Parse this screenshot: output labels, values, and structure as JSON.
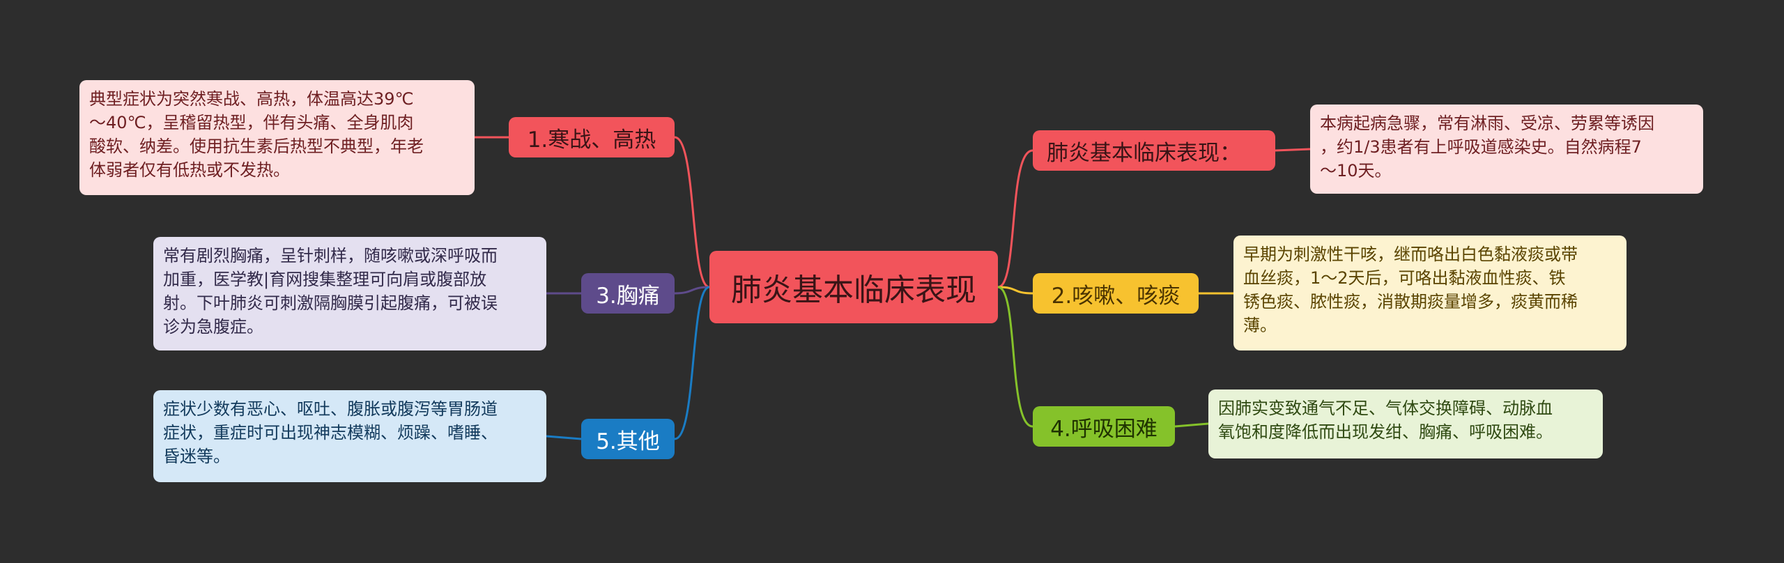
{
  "mindmap": {
    "root": "肺炎基本临床表现",
    "branches": [
      {
        "label": "肺炎基本临床表现：",
        "color": "#f2545b",
        "lines": [
          "本病起病急骤，常有淋雨、受凉、劳累等诱因",
          "，约1/3患者有上呼吸道感染史。自然病程7",
          "～10天。"
        ]
      },
      {
        "label": "1.寒战、高热",
        "color": "#f2545b",
        "lines": [
          "典型症状为突然寒战、高热，体温高达39℃",
          "～40℃，呈稽留热型，伴有头痛、全身肌肉",
          "酸软、纳差。使用抗生素后热型不典型，年老",
          "体弱者仅有低热或不发热。"
        ]
      },
      {
        "label": "2.咳嗽、咳痰",
        "color": "#f7c22f",
        "lines": [
          "早期为刺激性干咳，继而咯出白色黏液痰或带",
          "血丝痰，1～2天后，可咯出黏液血性痰、铁",
          "锈色痰、脓性痰，消散期痰量增多，痰黄而稀",
          "薄。"
        ]
      },
      {
        "label": "3.胸痛",
        "color": "#5e4b8b",
        "lines": [
          "常有剧烈胸痛，呈针刺样，随咳嗽或深呼吸而",
          "加重，医学教|育网搜集整理可向肩或腹部放",
          "射。下叶肺炎可刺激隔胸膜引起腹痛，可被误",
          "诊为急腹症。"
        ]
      },
      {
        "label": "4.呼吸困难",
        "color": "#85c22a",
        "lines": [
          "因肺实变致通气不足、气体交换障碍、动脉血",
          "氧饱和度降低而出现发绀、胸痛、呼吸困难。"
        ]
      },
      {
        "label": "5.其他",
        "color": "#1a7cc4",
        "lines": [
          "症状少数有恶心、呕吐、腹胀或腹泻等胃肠道",
          "症状，重症时可出现神志模糊、烦躁、嗜睡、",
          "昏迷等。"
        ]
      }
    ]
  }
}
